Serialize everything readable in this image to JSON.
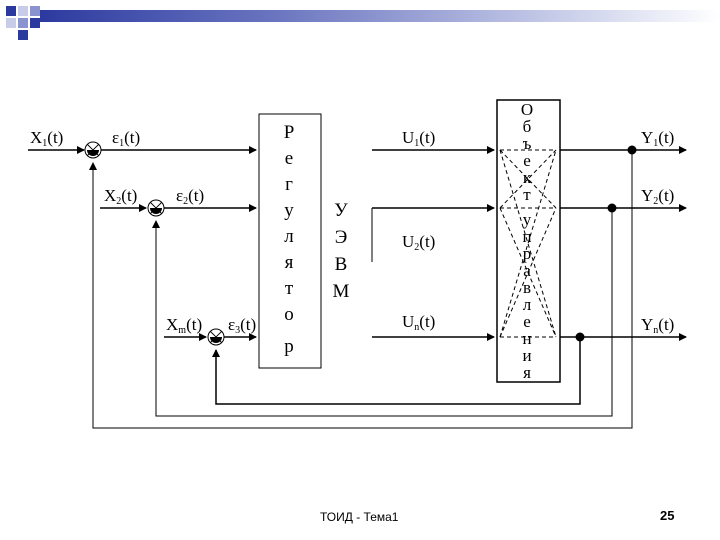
{
  "slide": {
    "footer_title": "ТОИД - Тема1",
    "page_number": "25"
  },
  "diagram": {
    "inputs": [
      {
        "name": "X",
        "sub": "1",
        "arg": "(t)"
      },
      {
        "name": "X",
        "sub": "2",
        "arg": "(t)"
      },
      {
        "name": "X",
        "sub": "m",
        "arg": "(t)"
      }
    ],
    "errors": [
      {
        "name": "ε",
        "sub": "1",
        "arg": "(t)"
      },
      {
        "name": "ε",
        "sub": "2",
        "arg": "(t)"
      },
      {
        "name": "ε",
        "sub": "3",
        "arg": "(t)"
      }
    ],
    "controls": [
      {
        "name": "U",
        "sub": "1",
        "arg": "(t)"
      },
      {
        "name": "U",
        "sub": "2",
        "arg": "(t)"
      },
      {
        "name": "U",
        "sub": "n",
        "arg": "(t)"
      }
    ],
    "outputs": [
      {
        "name": "Y",
        "sub": "1",
        "arg": "(t)"
      },
      {
        "name": "Y",
        "sub": "2",
        "arg": "(t)"
      },
      {
        "name": "Y",
        "sub": "n",
        "arg": "(t)"
      }
    ],
    "regulator_letters": [
      "Р",
      "е",
      "г",
      "у",
      "л",
      "я",
      "т",
      "о",
      "р"
    ],
    "uevm_letters": [
      "У",
      "Э",
      "В",
      "М"
    ],
    "object_letters": [
      "О",
      "б",
      "ъ",
      "е",
      "к",
      "т",
      "у",
      "п",
      "р",
      "а",
      "в",
      "л",
      "е",
      "н",
      "и",
      "я"
    ]
  },
  "colors": {
    "header_dark": "#2c3aa0",
    "header_mid": "#8a93cf",
    "header_light": "#c8cce9",
    "line": "#000000"
  }
}
